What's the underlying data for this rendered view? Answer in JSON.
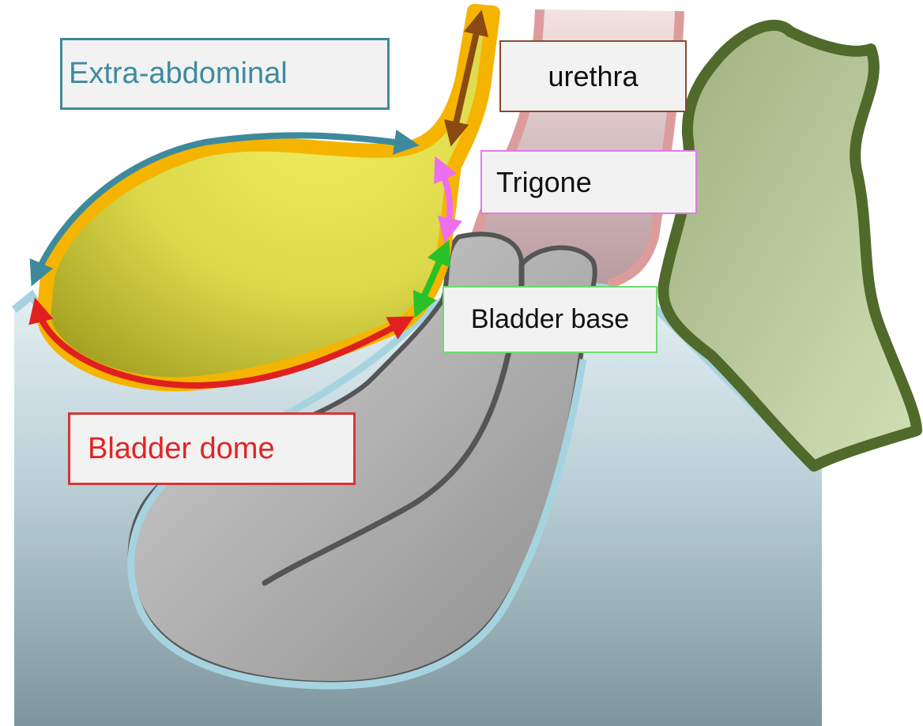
{
  "labels": {
    "extra_abdominal": "Extra-abdominal",
    "urethra": "urethra",
    "trigone": "Trigone",
    "bladder_base": "Bladder base",
    "bladder_dome": "Bladder dome"
  },
  "colors": {
    "extra_abdominal": "#3e8a9c",
    "urethra": "#8b4a2e",
    "trigone": "#e47ae8",
    "bladder_base": "#35c935",
    "bladder_dome": "#e02020",
    "bladder_wall": "#f5b400",
    "bladder_fill": "#e2e04e",
    "pelvis_outline": "#a6d3e0",
    "bone_fill": "#b8b8b8",
    "rectum_outline": "#4f6a2a"
  }
}
